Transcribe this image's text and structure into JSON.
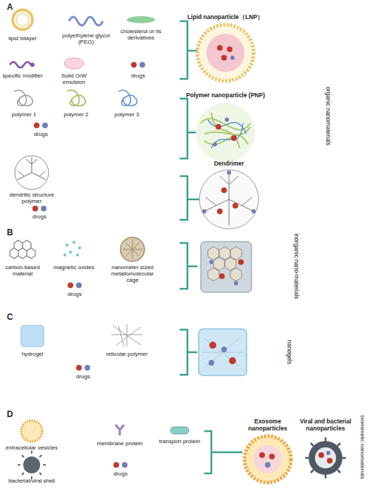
{
  "diagram": {
    "labels": [
      "A",
      "lipid bilayer",
      "polyethylene glycol (PEG)",
      "cholesterol or its derivatives",
      "specific modifier",
      "Solid O/W emulsion",
      "drugs",
      "Lipid nanoparticle（LNP）",
      "polymer 1",
      "polymer 2",
      "polymer 3",
      "drugs",
      "Polymer nanoparticle (PNP)",
      "dendritic structure polymer",
      "drugs",
      "Dendrimer",
      "organic nanomaterials",
      "B",
      "carbon-based material",
      "magnetic oxides",
      "nanometer-sized metallomolecular cage",
      "drugs",
      "inorganic nano-materials",
      "C",
      "hydrogel",
      "reticular polymer",
      "drugs",
      "nanogels",
      "D",
      "extracellular vesicles",
      "membrane protein",
      "transport protein",
      "bacterial/viral shell",
      "drugs",
      "Exosome nanoparticles",
      "Viral and bacterial nanoparticles",
      "biomimetic nanomaterials"
    ]
  }
}
